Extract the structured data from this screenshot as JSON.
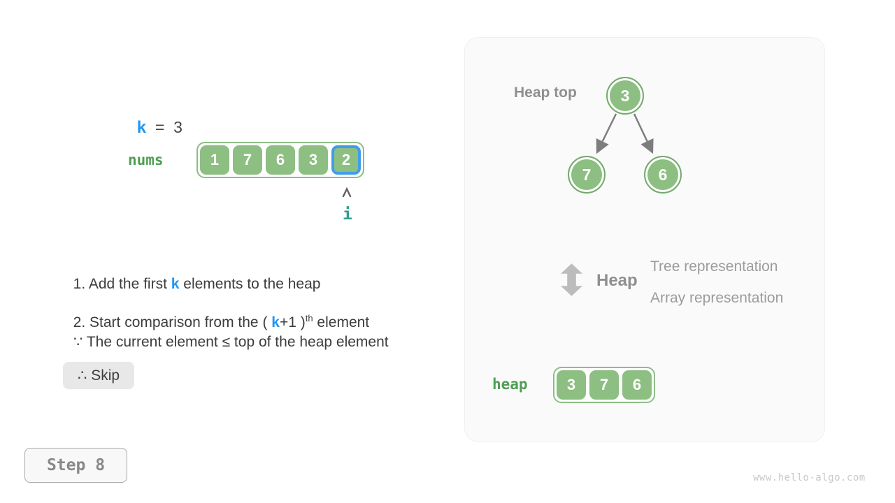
{
  "colors": {
    "accent_blue": "#2196f3",
    "highlight_border_blue": "#3f9ee7",
    "cell_green": "#8dbe82",
    "container_border_green": "#8bbf85",
    "label_green": "#4f9e53",
    "pointer_teal": "#2f9e8f",
    "text_dark": "#3c3c3c",
    "gray_heading": "#8f8f8f",
    "panel_bg": "#fafafa"
  },
  "equation": {
    "k_var": "k",
    "k_rest": "  =  3"
  },
  "nums": {
    "label": "nums",
    "values": [
      "1",
      "7",
      "6",
      "3",
      "2"
    ],
    "highlighted_index": 4,
    "pointer_label": "i"
  },
  "notes": {
    "line1_pre": "1. Add the first ",
    "line1_k": "k",
    "line1_post": " elements to the heap",
    "line2_pre": "2. Start comparison from the ",
    "line2_open": "( ",
    "line2_k": "k",
    "line2_mid": "+1 )",
    "line2_sup": "th",
    "line2_post": " element",
    "because": "∵ The current element ≤ top of the heap element",
    "therefore": "∴ Skip"
  },
  "step_button": {
    "label": "Step 8"
  },
  "panel": {
    "heap_top_label": "Heap top",
    "tree": {
      "root": "3",
      "left_child": "7",
      "right_child": "6"
    },
    "legend": {
      "title": "Heap",
      "tree_representation": "Tree representation",
      "array_representation": "Array representation"
    },
    "heap_array": {
      "label": "heap",
      "values": [
        "3",
        "7",
        "6"
      ]
    }
  },
  "watermark": "www.hello-algo.com"
}
